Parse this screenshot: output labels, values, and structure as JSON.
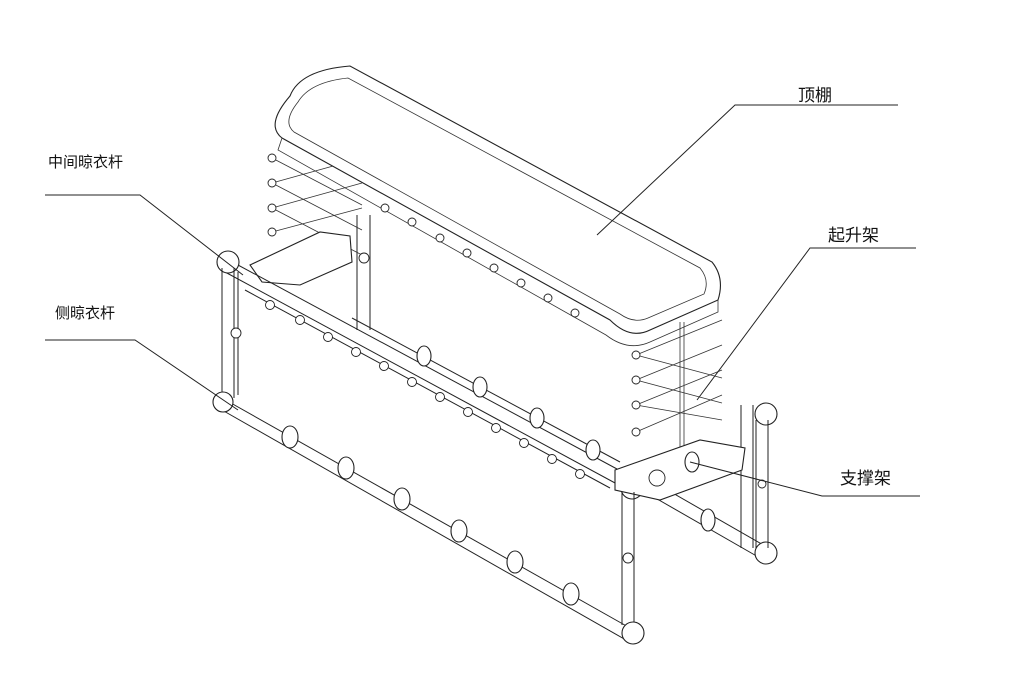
{
  "labels": {
    "top_canopy": "顶棚",
    "middle_drying_rod": "中间晾衣杆",
    "lifting_frame": "起升架",
    "side_drying_rod": "侧晾衣杆",
    "support_frame": "支撑架"
  }
}
